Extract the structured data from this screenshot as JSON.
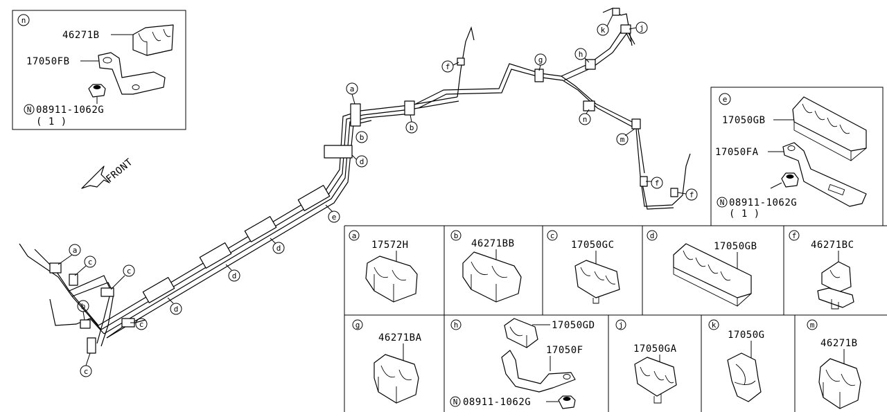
{
  "front_label": "FRONT",
  "inset_n": {
    "letter": "n",
    "parts": [
      "46271B",
      "17050FB",
      "08911-1062G"
    ],
    "qty": "( 1 )",
    "nut_prefix": "N"
  },
  "inset_e": {
    "letter": "e",
    "parts": [
      "17050GB",
      "17050FA",
      "08911-1062G"
    ],
    "qty": "( 1 )",
    "nut_prefix": "N"
  },
  "grid_cells": [
    {
      "letter": "a",
      "part": "17572H"
    },
    {
      "letter": "b",
      "part": "46271BB"
    },
    {
      "letter": "c",
      "part": "17050GC"
    },
    {
      "letter": "d",
      "part": "17050GB"
    },
    {
      "letter": "f",
      "part": "46271BC"
    },
    {
      "letter": "g",
      "part": "46271BA"
    },
    {
      "letter": "h",
      "parts": [
        "17050GD",
        "17050F",
        "08911-1062G"
      ],
      "nut_prefix": "N"
    },
    {
      "letter": "j",
      "part": "17050GA"
    },
    {
      "letter": "k",
      "part": "17050G"
    },
    {
      "letter": "m",
      "part": "46271B"
    }
  ],
  "callouts": [
    "a",
    "b",
    "c",
    "d",
    "e",
    "f",
    "g",
    "h",
    "j",
    "k",
    "m",
    "n"
  ]
}
